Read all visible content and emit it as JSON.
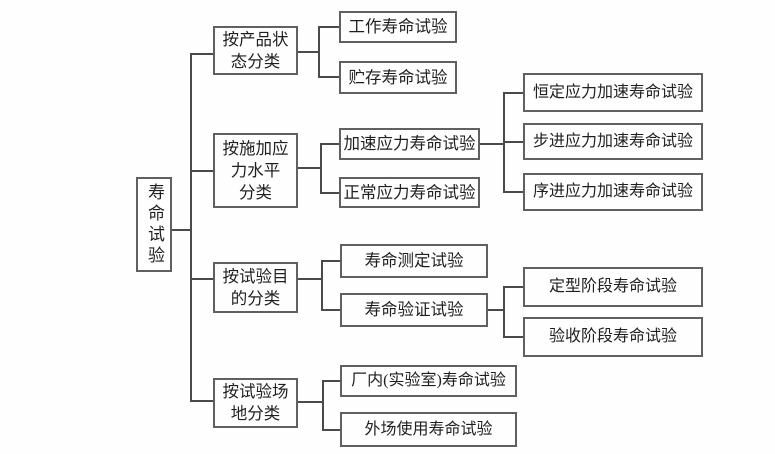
{
  "diagram": {
    "root_label": "寿命试验",
    "branches": [
      {
        "category_label": "按产品状态分类",
        "category_lines": [
          "按产品状",
          "态分类"
        ],
        "children": [
          {
            "label": "工作寿命试验"
          },
          {
            "label": "贮存寿命试验"
          }
        ]
      },
      {
        "category_label": "按施加应力水平分类",
        "category_lines": [
          "按施加应",
          "力水平",
          "分类"
        ],
        "children": [
          {
            "label": "加速应力寿命试验",
            "children": [
              {
                "label": "恒定应力加速寿命试验"
              },
              {
                "label": "步进应力加速寿命试验"
              },
              {
                "label": "序进应力加速寿命试验"
              }
            ]
          },
          {
            "label": "正常应力寿命试验"
          }
        ]
      },
      {
        "category_label": "按试验目的分类",
        "category_lines": [
          "按试验目",
          "的分类"
        ],
        "children": [
          {
            "label": "寿命测定试验"
          },
          {
            "label": "寿命验证试验",
            "children": [
              {
                "label": "定型阶段寿命试验"
              },
              {
                "label": "验收阶段寿命试验"
              }
            ]
          }
        ]
      },
      {
        "category_label": "按试验场地分类",
        "category_lines": [
          "按试验场",
          "地分类"
        ],
        "children": [
          {
            "label": "厂内(实验室)寿命试验"
          },
          {
            "label": "外场使用寿命试验"
          }
        ]
      }
    ]
  },
  "colors": {
    "line": "#4a4a4a",
    "box_border": "#606060",
    "background": "#fefefe",
    "text": "#1f1f1f"
  }
}
